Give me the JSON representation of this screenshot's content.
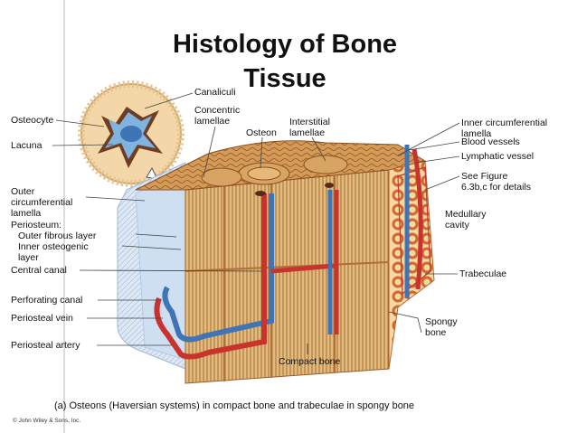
{
  "slide": {
    "title": "Histology of Bone Tissue",
    "caption": "(a) Osteons (Haversian systems) in compact bone and trabeculae in spongy bone",
    "copyright": "© John Wiley & Sons, Inc."
  },
  "labels": {
    "canaliculi": "Canaliculi",
    "osteocyte": "Osteocyte",
    "lacuna": "Lacuna",
    "concentric_lamellae": "Concentric\nlamellae",
    "osteon": "Osteon",
    "interstitial_lamellae": "Interstitial\nlamellae",
    "inner_circumferential_lamella": "Inner circumferential\nlamella",
    "blood_vessels": "Blood vessels",
    "lymphatic_vessel": "Lymphatic vessel",
    "see_figure": "See Figure\n6.3b,c for details",
    "medullary_cavity": "Medullary\ncavity",
    "outer_circumferential_lamella": "Outer\ncircumferential\nlamella",
    "periosteum": "Periosteum:",
    "outer_fibrous_layer": "Outer fibrous layer",
    "inner_osteogenic_layer": "Inner osteogenic\nlayer",
    "central_canal": "Central canal",
    "trabeculae": "Trabeculae",
    "perforating_canal": "Perforating canal",
    "periosteal_vein": "Periosteal vein",
    "periosteal_artery": "Periosteal artery",
    "spongy_bone": "Spongy\nbone",
    "compact_bone": "Compact bone"
  },
  "colors": {
    "bone_tan": "#e3bd7c",
    "bone_dark": "#b9783a",
    "artery_red": "#c8332e",
    "vein_blue": "#3f74b5",
    "periosteum_blue": "#cfdff2"
  }
}
